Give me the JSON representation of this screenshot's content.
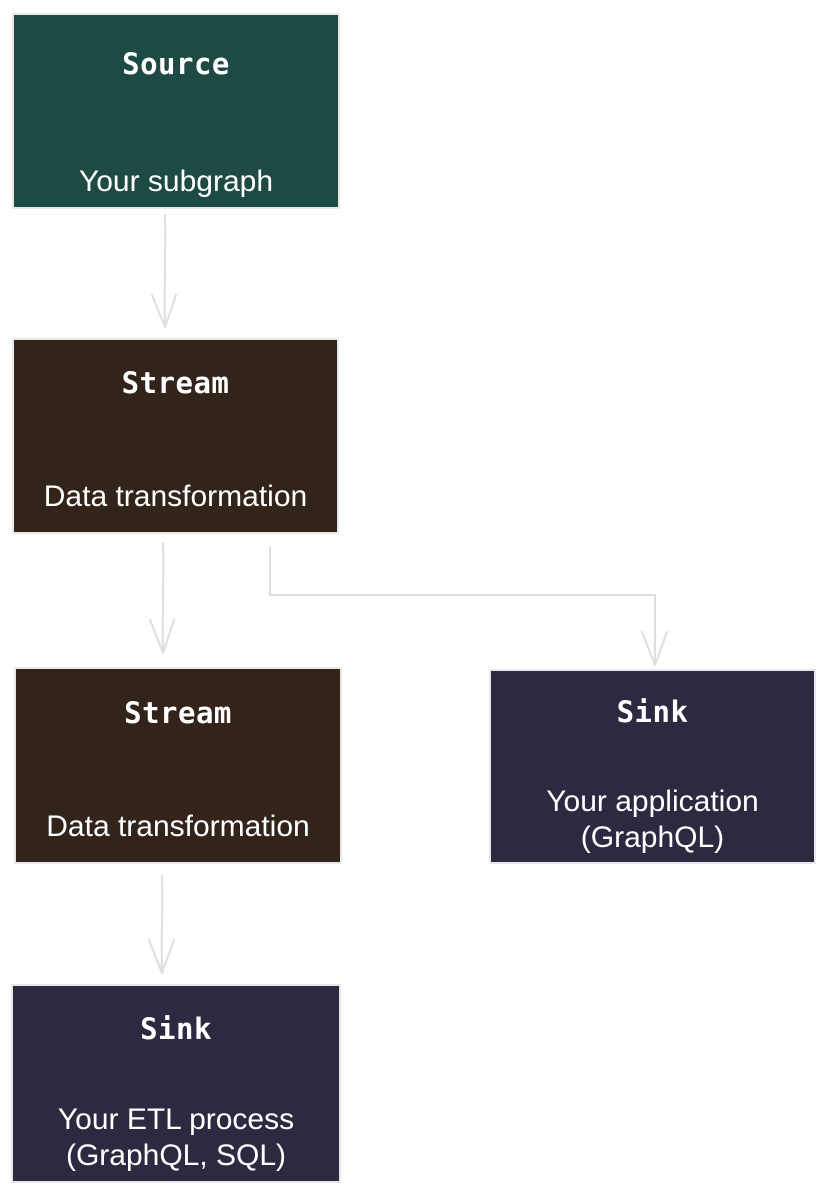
{
  "colors": {
    "source": "#1d4a43",
    "stream": "#32241a",
    "sink": "#2b2a41",
    "border": "#e8e8e8",
    "edge": "#dedede"
  },
  "nodes": [
    {
      "id": "source",
      "kind": "Source",
      "description": "Your subgraph"
    },
    {
      "id": "stream1",
      "kind": "Stream",
      "description": "Data transformation"
    },
    {
      "id": "stream2",
      "kind": "Stream",
      "description": "Data transformation"
    },
    {
      "id": "sink_app",
      "kind": "Sink",
      "description": "Your application\n(GraphQL)"
    },
    {
      "id": "sink_etl",
      "kind": "Sink",
      "description": "Your ETL process\n(GraphQL, SQL)"
    }
  ],
  "edges": [
    {
      "from": "source",
      "to": "stream1"
    },
    {
      "from": "stream1",
      "to": "stream2"
    },
    {
      "from": "stream1",
      "to": "sink_app"
    },
    {
      "from": "stream2",
      "to": "sink_etl"
    }
  ]
}
